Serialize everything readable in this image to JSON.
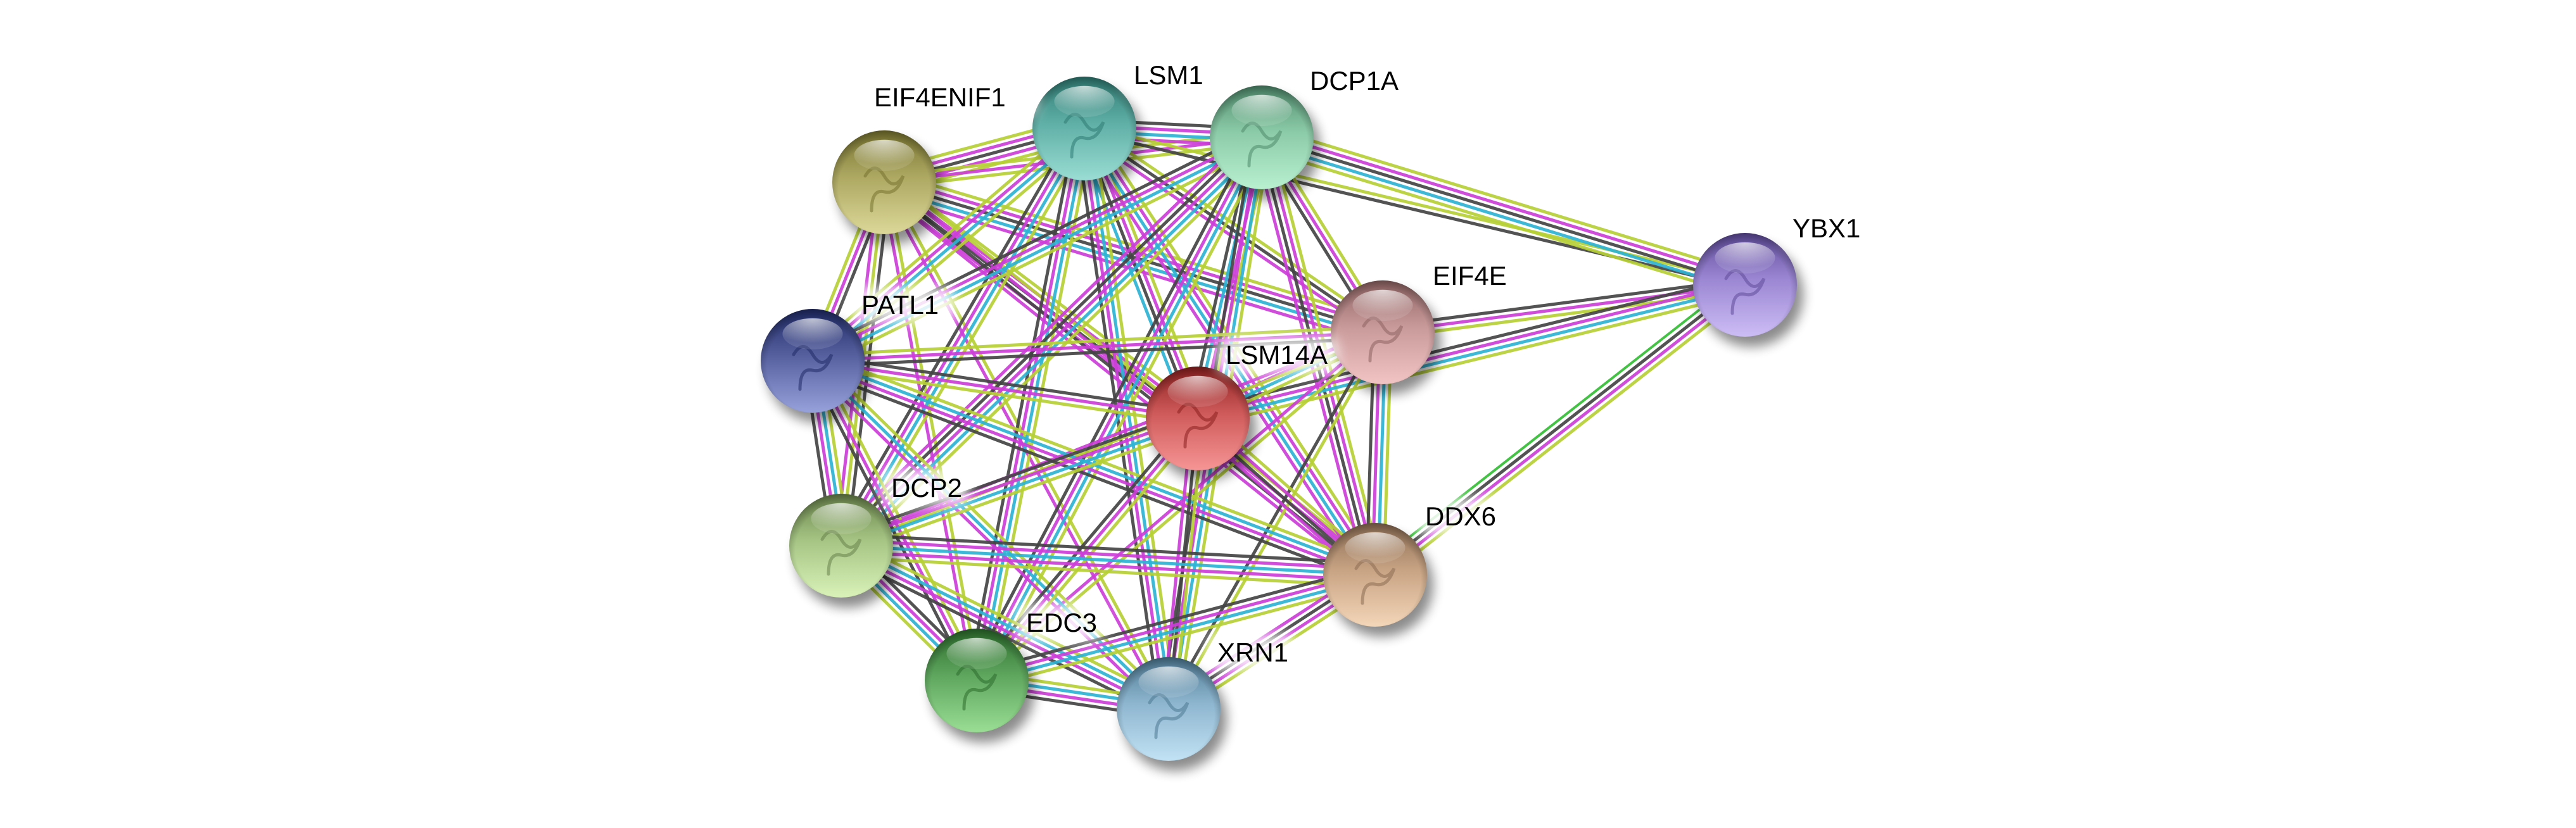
{
  "network": {
    "title": "Protein interaction network",
    "nodes": [
      {
        "id": "EIF4ENIF1",
        "label": "EIF4ENIF1",
        "color_dark": "#77732F",
        "color_mid": "#ADA862",
        "color_light": "#DCD898"
      },
      {
        "id": "LSM1",
        "label": "LSM1",
        "color_dark": "#2E7A72",
        "color_mid": "#5FAFA6",
        "color_light": "#9ADDD4"
      },
      {
        "id": "DCP1A",
        "label": "DCP1A",
        "color_dark": "#4E8A6C",
        "color_mid": "#8CCBA8",
        "color_light": "#B8F0D0"
      },
      {
        "id": "YBX1",
        "label": "YBX1",
        "color_dark": "#5E4A99",
        "color_mid": "#9B87D3",
        "color_light": "#CDBDF5"
      },
      {
        "id": "EIF4E",
        "label": "EIF4E",
        "color_dark": "#8E6363",
        "color_mid": "#C99A9A",
        "color_light": "#F2C4C4"
      },
      {
        "id": "PATL1",
        "label": "PATL1",
        "color_dark": "#1F2A66",
        "color_mid": "#56609F",
        "color_light": "#97A2DB"
      },
      {
        "id": "LSM14A",
        "label": "LSM14A",
        "color_dark": "#8A1F1F",
        "color_mid": "#CF5A5A",
        "color_light": "#F69595"
      },
      {
        "id": "DCP2",
        "label": "DCP2",
        "color_dark": "#68824A",
        "color_mid": "#A6C584",
        "color_light": "#D9F2B8"
      },
      {
        "id": "DDX6",
        "label": "DDX6",
        "color_dark": "#8A6B52",
        "color_mid": "#C7A383",
        "color_light": "#F4D6B8"
      },
      {
        "id": "EDC3",
        "label": "EDC3",
        "color_dark": "#2B6B2B",
        "color_mid": "#5EA55E",
        "color_light": "#9ADE94"
      },
      {
        "id": "XRN1",
        "label": "XRN1",
        "color_dark": "#4D7892",
        "color_mid": "#8EB6CF",
        "color_light": "#C2E2F4"
      }
    ],
    "evidence_colors": {
      "textmining": "#B5CF34",
      "experiments": "#CC3ED8",
      "coexpression": "#444444",
      "databases": "#2DB3D4",
      "neighborhood": "#33BE33"
    },
    "edges": [
      {
        "a": "EIF4ENIF1",
        "b": "LSM1",
        "evidence": [
          "textmining",
          "experiments",
          "coexpression",
          "experiments",
          "textmining"
        ]
      },
      {
        "a": "EIF4ENIF1",
        "b": "DCP1A",
        "evidence": [
          "textmining",
          "experiments",
          "textmining"
        ]
      },
      {
        "a": "EIF4ENIF1",
        "b": "EIF4E",
        "evidence": [
          "textmining",
          "experiments",
          "coexpression",
          "databases",
          "experiments"
        ]
      },
      {
        "a": "EIF4ENIF1",
        "b": "PATL1",
        "evidence": [
          "coexpression",
          "experiments",
          "textmining"
        ]
      },
      {
        "a": "EIF4ENIF1",
        "b": "LSM14A",
        "evidence": [
          "textmining",
          "experiments",
          "coexpression",
          "experiments"
        ]
      },
      {
        "a": "EIF4ENIF1",
        "b": "DCP2",
        "evidence": [
          "coexpression",
          "textmining",
          "experiments"
        ]
      },
      {
        "a": "EIF4ENIF1",
        "b": "DDX6",
        "evidence": [
          "textmining",
          "experiments",
          "coexpression",
          "experiments"
        ]
      },
      {
        "a": "EIF4ENIF1",
        "b": "EDC3",
        "evidence": [
          "textmining",
          "experiments"
        ]
      },
      {
        "a": "EIF4ENIF1",
        "b": "XRN1",
        "evidence": [
          "textmining",
          "experiments"
        ]
      },
      {
        "a": "LSM1",
        "b": "DCP1A",
        "evidence": [
          "coexpression",
          "experiments",
          "databases",
          "experiments"
        ]
      },
      {
        "a": "LSM1",
        "b": "YBX1",
        "evidence": [
          "textmining",
          "coexpression"
        ]
      },
      {
        "a": "LSM1",
        "b": "EIF4E",
        "evidence": [
          "textmining",
          "coexpression",
          "experiments"
        ]
      },
      {
        "a": "LSM1",
        "b": "PATL1",
        "evidence": [
          "textmining",
          "databases",
          "experiments",
          "textmining"
        ]
      },
      {
        "a": "LSM1",
        "b": "LSM14A",
        "evidence": [
          "textmining",
          "experiments",
          "coexpression",
          "databases"
        ]
      },
      {
        "a": "LSM1",
        "b": "DCP2",
        "evidence": [
          "textmining",
          "databases",
          "experiments",
          "coexpression"
        ]
      },
      {
        "a": "LSM1",
        "b": "DDX6",
        "evidence": [
          "textmining",
          "experiments",
          "databases",
          "experiments"
        ]
      },
      {
        "a": "LSM1",
        "b": "EDC3",
        "evidence": [
          "textmining",
          "databases",
          "experiments",
          "coexpression"
        ]
      },
      {
        "a": "LSM1",
        "b": "XRN1",
        "evidence": [
          "textmining",
          "databases",
          "experiments",
          "coexpression"
        ]
      },
      {
        "a": "DCP1A",
        "b": "YBX1",
        "evidence": [
          "textmining",
          "experiments",
          "coexpression",
          "databases",
          "textmining"
        ]
      },
      {
        "a": "DCP1A",
        "b": "EIF4E",
        "evidence": [
          "textmining",
          "experiments",
          "coexpression"
        ]
      },
      {
        "a": "DCP1A",
        "b": "PATL1",
        "evidence": [
          "textmining",
          "databases",
          "experiments",
          "coexpression"
        ]
      },
      {
        "a": "DCP1A",
        "b": "LSM14A",
        "evidence": [
          "textmining",
          "experiments",
          "databases",
          "coexpression"
        ]
      },
      {
        "a": "DCP1A",
        "b": "DCP2",
        "evidence": [
          "textmining",
          "databases",
          "experiments",
          "coexpression",
          "experiments"
        ]
      },
      {
        "a": "DCP1A",
        "b": "DDX6",
        "evidence": [
          "textmining",
          "experiments",
          "coexpression",
          "experiments"
        ]
      },
      {
        "a": "DCP1A",
        "b": "EDC3",
        "evidence": [
          "textmining",
          "databases",
          "experiments",
          "coexpression"
        ]
      },
      {
        "a": "DCP1A",
        "b": "XRN1",
        "evidence": [
          "textmining",
          "databases",
          "experiments",
          "coexpression"
        ]
      },
      {
        "a": "YBX1",
        "b": "EIF4E",
        "evidence": [
          "textmining",
          "experiments",
          "coexpression"
        ]
      },
      {
        "a": "YBX1",
        "b": "LSM14A",
        "evidence": [
          "textmining",
          "databases",
          "experiments",
          "coexpression"
        ]
      },
      {
        "a": "YBX1",
        "b": "DDX6",
        "evidence": [
          "textmining",
          "experiments",
          "coexpression",
          "neighborhood"
        ]
      },
      {
        "a": "EIF4E",
        "b": "PATL1",
        "evidence": [
          "coexpression",
          "experiments",
          "textmining"
        ]
      },
      {
        "a": "EIF4E",
        "b": "LSM14A",
        "evidence": [
          "textmining",
          "databases",
          "experiments"
        ]
      },
      {
        "a": "EIF4E",
        "b": "DCP2",
        "evidence": [
          "textmining",
          "experiments"
        ]
      },
      {
        "a": "EIF4E",
        "b": "DDX6",
        "evidence": [
          "textmining",
          "databases",
          "experiments",
          "coexpression"
        ]
      },
      {
        "a": "EIF4E",
        "b": "EDC3",
        "evidence": [
          "textmining",
          "experiments"
        ]
      },
      {
        "a": "EIF4E",
        "b": "XRN1",
        "evidence": [
          "textmining",
          "coexpression"
        ]
      },
      {
        "a": "PATL1",
        "b": "LSM14A",
        "evidence": [
          "coexpression",
          "experiments",
          "textmining"
        ]
      },
      {
        "a": "PATL1",
        "b": "DCP2",
        "evidence": [
          "textmining",
          "databases",
          "experiments",
          "coexpression"
        ]
      },
      {
        "a": "PATL1",
        "b": "DDX6",
        "evidence": [
          "textmining",
          "databases",
          "experiments",
          "coexpression"
        ]
      },
      {
        "a": "PATL1",
        "b": "EDC3",
        "evidence": [
          "textmining",
          "experiments",
          "coexpression"
        ]
      },
      {
        "a": "PATL1",
        "b": "XRN1",
        "evidence": [
          "textmining",
          "databases",
          "experiments"
        ]
      },
      {
        "a": "LSM14A",
        "b": "DCP2",
        "evidence": [
          "textmining",
          "databases",
          "experiments",
          "coexpression"
        ]
      },
      {
        "a": "LSM14A",
        "b": "DDX6",
        "evidence": [
          "textmining",
          "experiments",
          "coexpression",
          "experiments"
        ]
      },
      {
        "a": "LSM14A",
        "b": "EDC3",
        "evidence": [
          "textmining",
          "experiments",
          "coexpression"
        ]
      },
      {
        "a": "LSM14A",
        "b": "XRN1",
        "evidence": [
          "textmining",
          "coexpression",
          "experiments"
        ]
      },
      {
        "a": "DCP2",
        "b": "DDX6",
        "evidence": [
          "coexpression",
          "experiments",
          "databases",
          "experiments",
          "textmining"
        ]
      },
      {
        "a": "DCP2",
        "b": "EDC3",
        "evidence": [
          "coexpression",
          "experiments",
          "databases",
          "textmining"
        ]
      },
      {
        "a": "DCP2",
        "b": "XRN1",
        "evidence": [
          "textmining",
          "databases",
          "experiments",
          "coexpression"
        ]
      },
      {
        "a": "DDX6",
        "b": "EDC3",
        "evidence": [
          "textmining",
          "databases",
          "experiments",
          "coexpression"
        ]
      },
      {
        "a": "DDX6",
        "b": "XRN1",
        "evidence": [
          "textmining",
          "experiments",
          "coexpression",
          "experiments"
        ]
      },
      {
        "a": "EDC3",
        "b": "XRN1",
        "evidence": [
          "textmining",
          "databases",
          "experiments",
          "coexpression"
        ]
      }
    ]
  }
}
